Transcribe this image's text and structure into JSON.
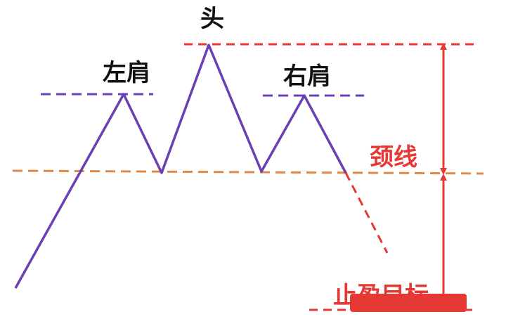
{
  "labels": {
    "head": "头",
    "left_shoulder": "左肩",
    "right_shoulder": "右肩",
    "neckline": "颈线",
    "target": "止盈目标"
  },
  "colors": {
    "price_line": "#6a3fb3",
    "shoulder_guides": "#6a3fb3",
    "neckline": "#e08a4a",
    "head_guide": "#e53935",
    "measure_arrow": "#e53935",
    "projection": "#e53935",
    "redaction": "#e53935",
    "label_dark": "#111111",
    "label_red": "#e53935"
  }
}
